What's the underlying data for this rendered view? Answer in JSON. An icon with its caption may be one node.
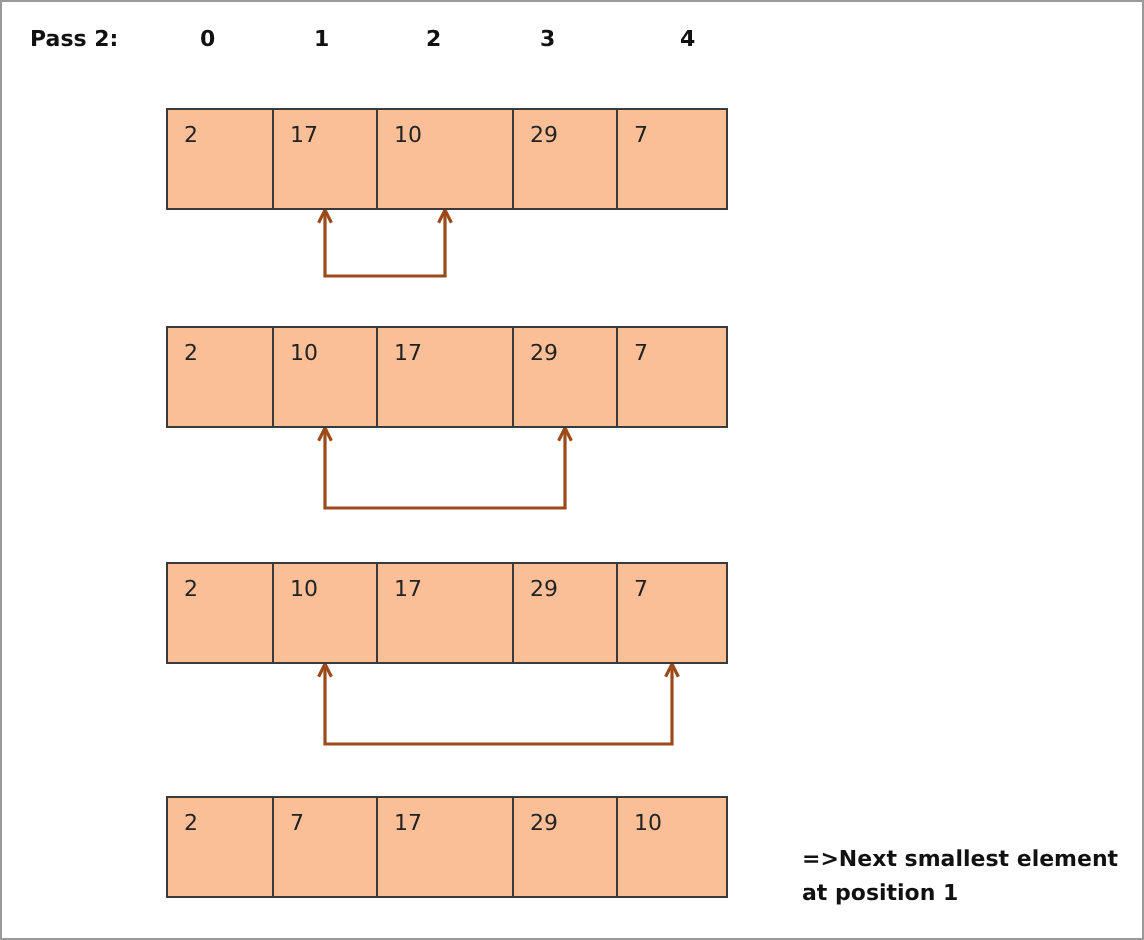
{
  "diagram": {
    "nodes": [
      {
        "text": [
          "2"
        ]
      },
      {
        "text": [
          "17"
        ]
      },
      {
        "text": [
          "10"
        ]
      },
      {
        "text": [
          "29"
        ]
      },
      {
        "text": [
          "7"
        ]
      },
      {
        "text": [
          "2"
        ]
      },
      {
        "text": [
          "10"
        ]
      },
      {
        "text": [
          "17"
        ]
      },
      {
        "text": [
          "29"
        ]
      },
      {
        "text": [
          "7"
        ]
      },
      {
        "text": [
          "2"
        ]
      },
      {
        "text": [
          "10"
        ]
      },
      {
        "text": [
          "17"
        ]
      },
      {
        "text": [
          "29"
        ]
      },
      {
        "text": [
          "7"
        ]
      },
      {
        "text": [
          "2"
        ]
      },
      {
        "text": [
          "7"
        ]
      },
      {
        "text": [
          "17"
        ]
      },
      {
        "text": [
          "29"
        ]
      },
      {
        "text": [
          "10"
        ]
      }
    ],
    "edges": [
      {
        "from": 1,
        "to": 2,
        "arrow": "both"
      },
      {
        "from": 6,
        "to": 8,
        "arrow": "both"
      },
      {
        "from": 11,
        "to": 14,
        "arrow": "both"
      }
    ],
    "labels": [
      "Pass 2:",
      "0",
      "1",
      "2",
      "3",
      "4",
      "=>Next smallest element at position 1"
    ]
  }
}
